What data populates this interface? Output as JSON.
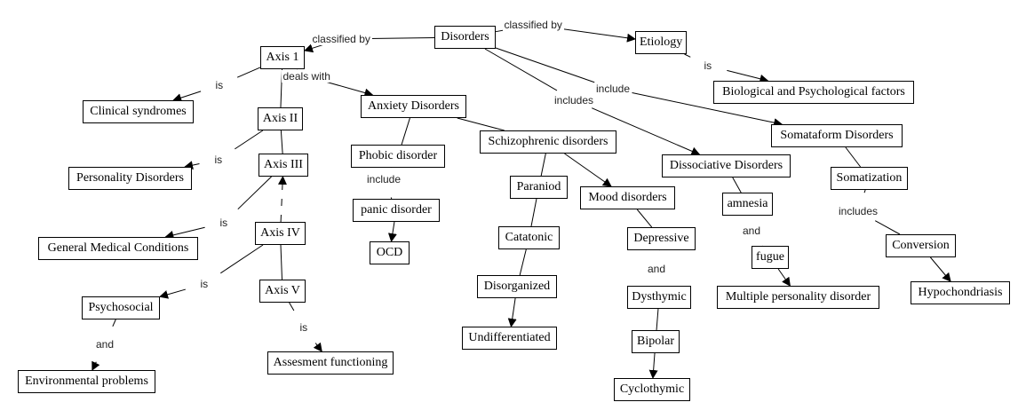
{
  "diagram": {
    "type": "concept-map",
    "nodes": {
      "disorders": "Disorders",
      "axis1": "Axis 1",
      "etiology": "Etiology",
      "bio": "Biological and Psychological factors",
      "clinical": "Clinical syndromes",
      "axis2": "Axis II",
      "anxiety": "Anxiety Disorders",
      "personality": "Personality Disorders",
      "axis3": "Axis III",
      "phobic": "Phobic disorder",
      "schizo": "Schizophrenic disorders",
      "somataform": "Somataform Disorders",
      "dissociative": "Dissociative Disorders",
      "somatization": "Somatization",
      "paraniod": "Paraniod",
      "mood": "Mood disorders",
      "amnesia": "amnesia",
      "panic": "panic disorder",
      "general": "General Medical Conditions",
      "axis4": "Axis IV",
      "catatonic": "Catatonic",
      "depressive": "Depressive",
      "conversion": "Conversion",
      "ocd": "OCD",
      "fugue": "fugue",
      "disorganized": "Disorganized",
      "axis5": "Axis V",
      "hypo": "Hypochondriasis",
      "multiple": "Multiple personality disorder",
      "dysthymic": "Dysthymic",
      "psychosocial": "Psychosocial",
      "undiff": "Undifferentiated",
      "bipolar": "Bipolar",
      "assesment": "Assesment functioning",
      "environmental": "Environmental problems",
      "cyclothymic": "Cyclothymic"
    },
    "edges": [
      {
        "from": "disorders",
        "to": "axis1",
        "label": "classified by",
        "arrow": true
      },
      {
        "from": "disorders",
        "to": "etiology",
        "label": "classified by",
        "arrow": true
      },
      {
        "from": "etiology",
        "to": "bio",
        "label": "is",
        "arrow": true
      },
      {
        "from": "disorders",
        "to": "somataform",
        "label": "include",
        "arrow": true
      },
      {
        "from": "disorders",
        "to": "dissociative",
        "label": "includes",
        "arrow": true
      },
      {
        "from": "axis1",
        "to": "anxiety",
        "label": "deals with",
        "arrow": true
      },
      {
        "from": "axis1",
        "to": "clinical",
        "label": "is",
        "arrow": true
      },
      {
        "from": "axis1",
        "to": "axis2",
        "label": "",
        "arrow": false
      },
      {
        "from": "axis2",
        "to": "personality",
        "label": "is",
        "arrow": true
      },
      {
        "from": "axis2",
        "to": "axis3",
        "label": "",
        "arrow": false
      },
      {
        "from": "axis3",
        "to": "general",
        "label": "is",
        "arrow": true
      },
      {
        "from": "axis4",
        "to": "axis3",
        "label": "",
        "arrow": true,
        "dashed": true
      },
      {
        "from": "axis4",
        "to": "psychosocial",
        "label": "is",
        "arrow": true
      },
      {
        "from": "axis4",
        "to": "axis5",
        "label": "",
        "arrow": false
      },
      {
        "from": "axis5",
        "to": "assesment",
        "label": "is",
        "arrow": true
      },
      {
        "from": "psychosocial",
        "to": "environmental",
        "label": "and",
        "arrow": true
      },
      {
        "from": "anxiety",
        "to": "phobic",
        "label": "",
        "arrow": false
      },
      {
        "from": "anxiety",
        "to": "schizo",
        "label": "",
        "arrow": false
      },
      {
        "from": "phobic",
        "to": "panic",
        "label": "include",
        "arrow": false
      },
      {
        "from": "panic",
        "to": "ocd",
        "label": "",
        "arrow": true
      },
      {
        "from": "schizo",
        "to": "paraniod",
        "label": "",
        "arrow": false
      },
      {
        "from": "schizo",
        "to": "mood",
        "label": "",
        "arrow": true
      },
      {
        "from": "paraniod",
        "to": "catatonic",
        "label": "",
        "arrow": false
      },
      {
        "from": "catatonic",
        "to": "disorganized",
        "label": "",
        "arrow": false
      },
      {
        "from": "disorganized",
        "to": "undiff",
        "label": "",
        "arrow": true
      },
      {
        "from": "mood",
        "to": "depressive",
        "label": "",
        "arrow": false
      },
      {
        "from": "depressive",
        "to": "dysthymic",
        "label": "and",
        "arrow": false
      },
      {
        "from": "dysthymic",
        "to": "bipolar",
        "label": "",
        "arrow": false
      },
      {
        "from": "bipolar",
        "to": "cyclothymic",
        "label": "",
        "arrow": true
      },
      {
        "from": "dissociative",
        "to": "amnesia",
        "label": "",
        "arrow": false
      },
      {
        "from": "amnesia",
        "to": "fugue",
        "label": "and",
        "arrow": false
      },
      {
        "from": "fugue",
        "to": "multiple",
        "label": "",
        "arrow": true
      },
      {
        "from": "somataform",
        "to": "somatization",
        "label": "",
        "arrow": false
      },
      {
        "from": "somatization",
        "to": "conversion",
        "label": "includes",
        "arrow": false
      },
      {
        "from": "conversion",
        "to": "hypo",
        "label": "",
        "arrow": true
      }
    ]
  }
}
